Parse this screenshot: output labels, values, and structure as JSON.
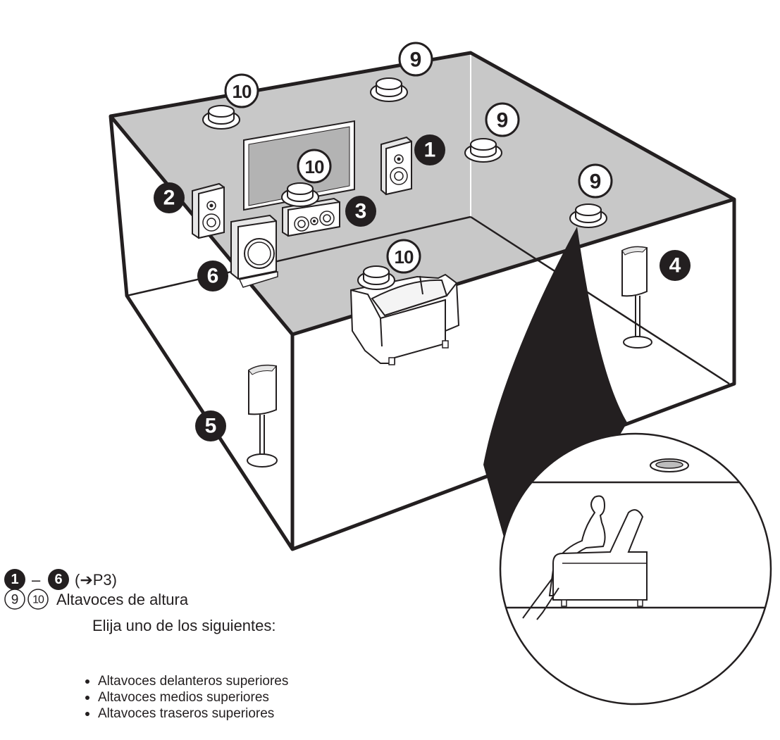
{
  "markers": {
    "n1": "1",
    "n2": "2",
    "n3": "3",
    "n4": "4",
    "n5": "5",
    "n6": "6",
    "n9": "9",
    "n10": "10"
  },
  "legend": {
    "range_start": "1",
    "range_end": "6",
    "dash": "–",
    "range_ref": "(➔P3)",
    "height_9": "9",
    "height_10": "10",
    "height_label": "Altavoces de altura",
    "choose_one": "Elija uno de los siguientes:",
    "options": [
      "Altavoces delanteros superiores",
      "Altavoces medios superiores",
      "Altavoces traseros superiores"
    ]
  },
  "colors": {
    "ceiling": "#c8c8c8",
    "ink": "#231f20",
    "marker_fill": "#231f20",
    "marker_text": "#ffffff"
  }
}
